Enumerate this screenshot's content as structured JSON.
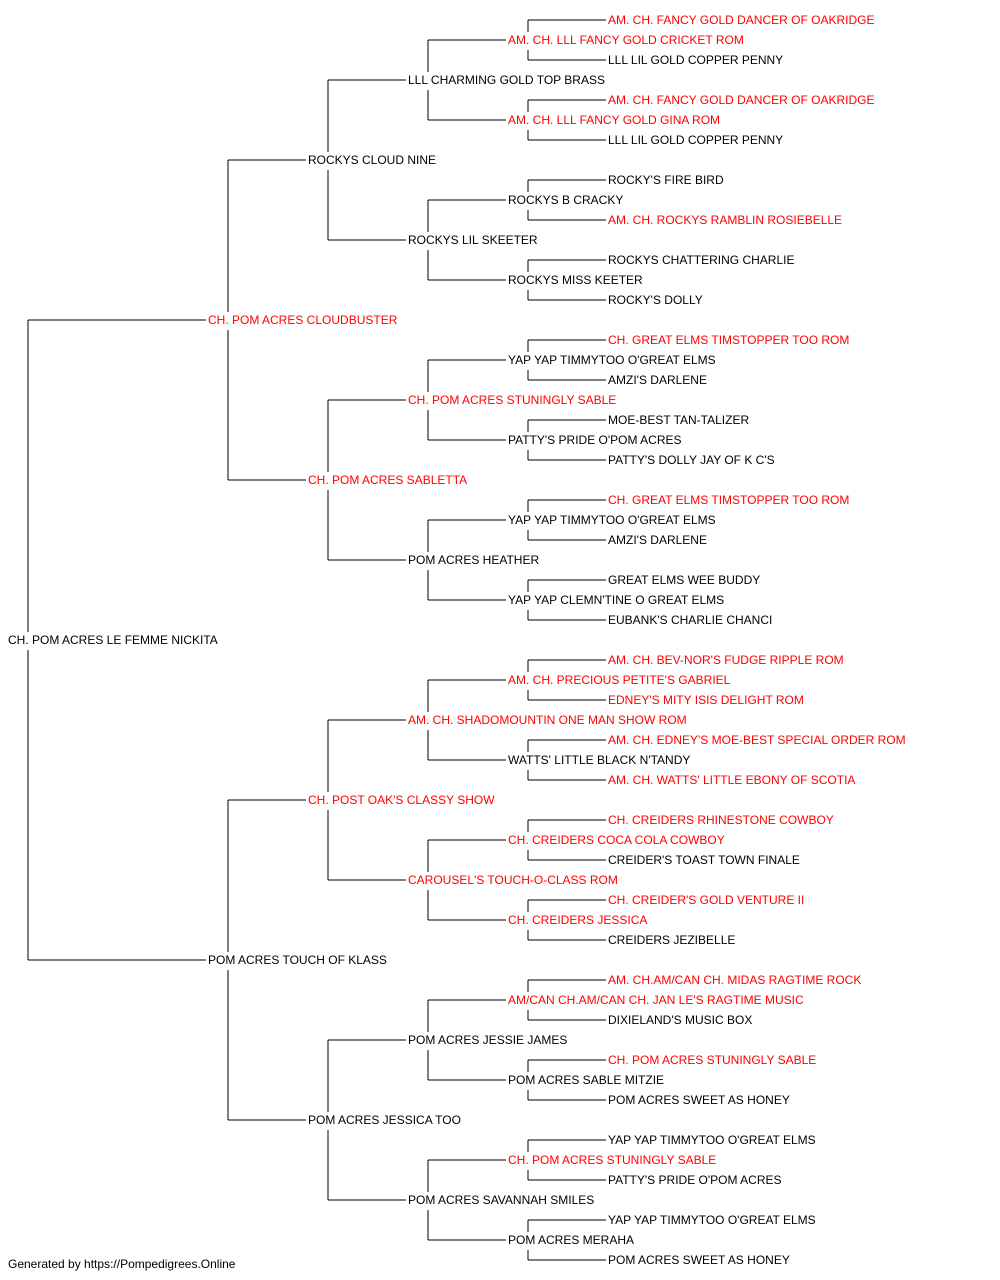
{
  "colors": {
    "champion": "#ff0000",
    "normal": "#000000",
    "line": "#000000"
  },
  "footer": "Generated by https://Pompedigrees.Online",
  "subject": {
    "name": "CH. POM ACRES LE FEMME NICKITA",
    "champion": false
  },
  "parents": [
    {
      "name": "CH. POM ACRES CLOUDBUSTER",
      "champion": true
    },
    {
      "name": "POM ACRES TOUCH OF KLASS",
      "champion": false
    }
  ],
  "grandparents": [
    {
      "name": "ROCKYS CLOUD NINE",
      "champion": false
    },
    {
      "name": "CH. POM ACRES SABLETTA",
      "champion": true
    },
    {
      "name": "CH. POST OAK'S CLASSY SHOW",
      "champion": true
    },
    {
      "name": "POM ACRES JESSICA TOO",
      "champion": false
    }
  ],
  "great_grandparents": [
    {
      "name": "LLL CHARMING GOLD TOP BRASS",
      "champion": false
    },
    {
      "name": "ROCKYS LIL SKEETER",
      "champion": false
    },
    {
      "name": "CH. POM ACRES STUNINGLY SABLE",
      "champion": true
    },
    {
      "name": "POM ACRES HEATHER",
      "champion": false
    },
    {
      "name": "AM. CH. SHADOMOUNTIN ONE MAN SHOW ROM",
      "champion": true
    },
    {
      "name": "CAROUSEL'S TOUCH-O-CLASS ROM",
      "champion": true
    },
    {
      "name": "POM ACRES JESSIE JAMES",
      "champion": false
    },
    {
      "name": "POM ACRES SAVANNAH SMILES",
      "champion": false
    }
  ],
  "gen4": [
    {
      "name": "AM. CH. LLL FANCY GOLD CRICKET ROM",
      "champion": true
    },
    {
      "name": "AM. CH. LLL FANCY GOLD GINA ROM",
      "champion": true
    },
    {
      "name": "ROCKYS B CRACKY",
      "champion": false
    },
    {
      "name": "ROCKYS MISS KEETER",
      "champion": false
    },
    {
      "name": "YAP YAP TIMMYTOO O'GREAT ELMS",
      "champion": false
    },
    {
      "name": "PATTY'S PRIDE O'POM ACRES",
      "champion": false
    },
    {
      "name": "YAP YAP TIMMYTOO O'GREAT ELMS",
      "champion": false
    },
    {
      "name": "YAP YAP CLEMN'TINE O GREAT ELMS",
      "champion": false
    },
    {
      "name": "AM. CH. PRECIOUS PETITE'S GABRIEL",
      "champion": true
    },
    {
      "name": "WATTS' LITTLE BLACK N'TANDY",
      "champion": false
    },
    {
      "name": "CH. CREIDERS COCA COLA COWBOY",
      "champion": true
    },
    {
      "name": "CH. CREIDERS JESSICA",
      "champion": true
    },
    {
      "name": "AM/CAN CH.AM/CAN CH. JAN LE'S RAGTIME MUSIC",
      "champion": true
    },
    {
      "name": "POM ACRES SABLE MITZIE",
      "champion": false
    },
    {
      "name": "CH. POM ACRES STUNINGLY SABLE",
      "champion": true
    },
    {
      "name": "POM ACRES MERAHA",
      "champion": false
    }
  ],
  "gen5": [
    {
      "name": "AM. CH. FANCY GOLD DANCER OF OAKRIDGE",
      "champion": true
    },
    {
      "name": "LLL LIL GOLD COPPER PENNY",
      "champion": false
    },
    {
      "name": "AM. CH. FANCY GOLD DANCER OF OAKRIDGE",
      "champion": true
    },
    {
      "name": "LLL LIL GOLD COPPER PENNY",
      "champion": false
    },
    {
      "name": "ROCKY'S FIRE BIRD",
      "champion": false
    },
    {
      "name": "AM. CH. ROCKYS RAMBLIN ROSIEBELLE",
      "champion": true
    },
    {
      "name": "ROCKYS CHATTERING CHARLIE",
      "champion": false
    },
    {
      "name": "ROCKY'S DOLLY",
      "champion": false
    },
    {
      "name": "CH. GREAT ELMS TIMSTOPPER TOO ROM",
      "champion": true
    },
    {
      "name": "AMZI'S DARLENE",
      "champion": false
    },
    {
      "name": "MOE-BEST TAN-TALIZER",
      "champion": false
    },
    {
      "name": "PATTY'S DOLLY JAY OF K C'S",
      "champion": false
    },
    {
      "name": "CH. GREAT ELMS TIMSTOPPER TOO ROM",
      "champion": true
    },
    {
      "name": "AMZI'S DARLENE",
      "champion": false
    },
    {
      "name": "GREAT ELMS WEE BUDDY",
      "champion": false
    },
    {
      "name": "EUBANK'S CHARLIE CHANCI",
      "champion": false
    },
    {
      "name": "AM. CH. BEV-NOR'S FUDGE RIPPLE ROM",
      "champion": true
    },
    {
      "name": "EDNEY'S MITY ISIS DELIGHT ROM",
      "champion": true
    },
    {
      "name": "AM. CH. EDNEY'S MOE-BEST SPECIAL ORDER ROM",
      "champion": true
    },
    {
      "name": "AM. CH. WATTS' LITTLE EBONY OF SCOTIA",
      "champion": true
    },
    {
      "name": "CH. CREIDERS RHINESTONE COWBOY",
      "champion": true
    },
    {
      "name": "CREIDER'S TOAST TOWN FINALE",
      "champion": false
    },
    {
      "name": "CH. CREIDER'S GOLD VENTURE II",
      "champion": true
    },
    {
      "name": "CREIDERS JEZIBELLE",
      "champion": false
    },
    {
      "name": "AM. CH.AM/CAN CH. MIDAS RAGTIME ROCK",
      "champion": true
    },
    {
      "name": "DIXIELAND'S MUSIC BOX",
      "champion": false
    },
    {
      "name": "CH. POM ACRES STUNINGLY SABLE",
      "champion": true
    },
    {
      "name": "POM ACRES SWEET AS HONEY",
      "champion": false
    },
    {
      "name": "YAP YAP TIMMYTOO O'GREAT ELMS",
      "champion": false
    },
    {
      "name": "PATTY'S PRIDE O'POM ACRES",
      "champion": false
    },
    {
      "name": "YAP YAP TIMMYTOO O'GREAT ELMS",
      "champion": false
    },
    {
      "name": "POM ACRES SWEET AS HONEY",
      "champion": false
    }
  ]
}
